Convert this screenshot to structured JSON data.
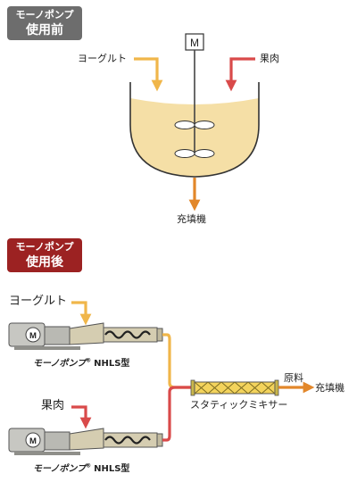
{
  "before": {
    "badge_line1": "モーノポンプ",
    "badge_line2": "使用前",
    "motor_letter": "M",
    "yogurt_label": "ヨーグルト",
    "fruit_label": "果肉",
    "output_label": "充填機"
  },
  "after": {
    "badge_line1": "モーノポンプ",
    "badge_line2": "使用後",
    "yogurt_label": "ヨーグルト",
    "fruit_label": "果肉",
    "pump_top": {
      "motor_letter": "M",
      "brand": "モーノポンプ",
      "mark": "®",
      "model": "NHLS型"
    },
    "pump_bottom": {
      "motor_letter": "M",
      "brand": "モーノポンプ",
      "mark": "®",
      "model": "NHLS型"
    },
    "mixer_label": "スタティックミキサー",
    "raw_label": "原料",
    "output_label": "充填機"
  },
  "colors": {
    "yogurt_arrow": "#f0b64a",
    "fruit_arrow": "#d94a4a",
    "output_arrow": "#e2872a",
    "tank_fill": "#f5dfa6",
    "mixer_fill": "#f3d35c"
  }
}
